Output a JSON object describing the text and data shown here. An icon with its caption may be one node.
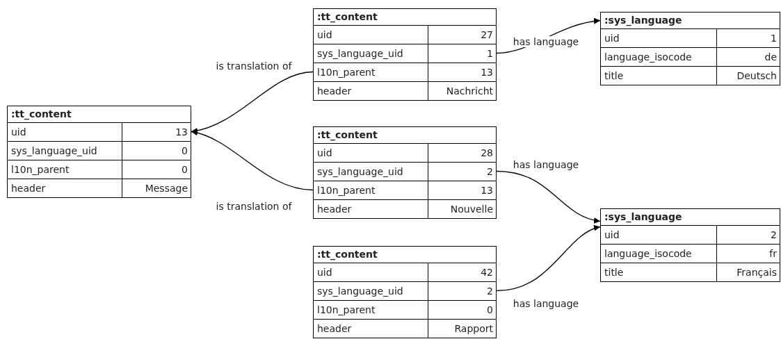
{
  "diagram": {
    "nodes": [
      {
        "text": [
          ":tt_content",
          "uid",
          "27",
          "sys_language_uid",
          "1",
          "l10n_parent",
          "13",
          "header",
          "Nachricht"
        ]
      },
      {
        "text": [
          ":sys_language",
          "uid",
          "1",
          "language_isocode",
          "de",
          "title",
          "Deutsch"
        ]
      },
      {
        "text": [
          ":tt_content",
          "uid",
          "13",
          "sys_language_uid",
          "0",
          "l10n_parent",
          "0",
          "header",
          "Message"
        ]
      },
      {
        "text": [
          ":tt_content",
          "uid",
          "28",
          "sys_language_uid",
          "2",
          "l10n_parent",
          "13",
          "header",
          "Nouvelle"
        ]
      },
      {
        "text": [
          ":sys_language",
          "uid",
          "2",
          "language_isocode",
          "fr",
          "title",
          "Français"
        ]
      },
      {
        "text": [
          ":tt_content",
          "uid",
          "42",
          "sys_language_uid",
          "2",
          "l10n_parent",
          "0",
          "header",
          "Rapport"
        ]
      }
    ],
    "edges": [
      {
        "from": 0,
        "to": 2,
        "arrow": "to",
        "label": "is translation of"
      },
      {
        "from": 3,
        "to": 2,
        "arrow": "to",
        "label": "is translation of"
      },
      {
        "from": 0,
        "to": 1,
        "arrow": "to",
        "label": "has language"
      },
      {
        "from": 3,
        "to": 4,
        "arrow": "to",
        "label": "has language"
      },
      {
        "from": 5,
        "to": 4,
        "arrow": "to",
        "label": "has language"
      }
    ]
  }
}
